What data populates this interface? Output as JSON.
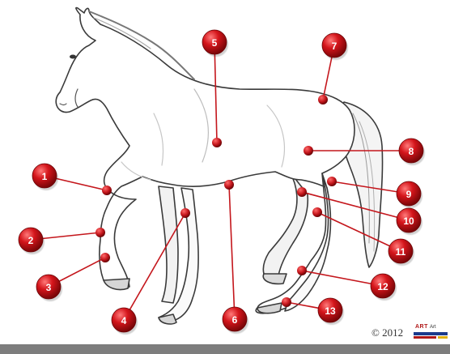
{
  "markers": [
    {
      "label": "1"
    },
    {
      "label": "2"
    },
    {
      "label": "3"
    },
    {
      "label": "4"
    },
    {
      "label": "5"
    },
    {
      "label": "6"
    },
    {
      "label": "7"
    },
    {
      "label": "8"
    },
    {
      "label": "9"
    },
    {
      "label": "10"
    },
    {
      "label": "11"
    },
    {
      "label": "12"
    },
    {
      "label": "13"
    }
  ],
  "footer": {
    "copyright": "© 2012",
    "logo_icon": "art-logo-icon"
  },
  "colors": {
    "marker": "#c4161c",
    "leader": "#c4161c",
    "outline": "#3a3a3a",
    "footer_bar": "#7d7d7d"
  }
}
